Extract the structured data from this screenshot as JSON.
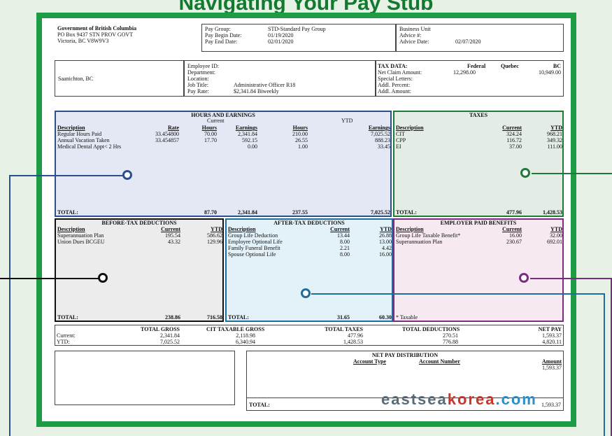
{
  "page_title": "Navigating Your Pay Stub",
  "employer": {
    "name": "Government of British Columbia",
    "address1": "PO Box 9437 STN PROV GOVT",
    "address2": "Victoria, BC  V8W9V3"
  },
  "pay_group": {
    "group_label": "Pay Group:",
    "group_value": "STD-Standard Pay Group",
    "begin_label": "Pay Begin Date:",
    "begin_value": "01/19/2020",
    "end_label": "Pay End Date:",
    "end_value": "02/01/2020"
  },
  "advice": {
    "bu_label": "Business Unit",
    "advice_no_label": "Advice #:",
    "advice_date_label": "Advice Date:",
    "advice_date_value": "02/07/2020"
  },
  "employee": {
    "location": "Saanichton, BC",
    "id_label": "Employee ID:",
    "dept_label": "Department:",
    "loc_label": "Location:",
    "job_label": "Job Title:",
    "job_value": "Administrative Officer R18",
    "rate_label": "Pay Rate:",
    "rate_value": "$2,341.84 Biweekly"
  },
  "tax_data": {
    "title": "TAX DATA:",
    "col_federal": "Federal",
    "col_quebec": "Quebec",
    "col_bc": "BC",
    "net_claim_label": "Net Claim Amount:",
    "net_claim_federal": "12,298.00",
    "net_claim_bc": "10,949.00",
    "special_letters": "Special Letters:",
    "addl_percent": "Addl. Percent:",
    "addl_amount": "Addl. Amount:"
  },
  "hours": {
    "title": "HOURS AND EARNINGS",
    "current_label": "Current",
    "ytd_label": "YTD",
    "headers": {
      "description": "Description",
      "rate": "Rate",
      "hours": "Hours",
      "earnings": "Earnings",
      "ytd_hours": "Hours",
      "ytd_earnings": "Earnings"
    },
    "rows": [
      {
        "description": "Regular Hours Paid",
        "rate": "33.454800",
        "hours": "70.00",
        "earnings": "2,341.84",
        "ytd_hours": "210.00",
        "ytd_earnings": "7,025.52"
      },
      {
        "description": "Annual Vacation Taken",
        "rate": "33.454857",
        "hours": "17.70",
        "earnings": "592.15",
        "ytd_hours": "26.55",
        "ytd_earnings": "888.23"
      },
      {
        "description": "Medical Dental Appt< 2 Hrs",
        "rate": "",
        "hours": "",
        "earnings": "0.00",
        "ytd_hours": "1.00",
        "ytd_earnings": "33.45"
      }
    ],
    "total_label": "TOTAL:",
    "total_hours": "87.70",
    "total_earnings": "2,341.84",
    "total_ytd_hours": "237.55",
    "total_ytd_earnings": "7,025.52"
  },
  "taxes": {
    "title": "TAXES",
    "headers": {
      "description": "Description",
      "current": "Current",
      "ytd": "YTD"
    },
    "rows": [
      {
        "description": "CIT",
        "current": "324.24",
        "ytd": "968.21"
      },
      {
        "description": "CPP",
        "current": "116.72",
        "ytd": "349.32"
      },
      {
        "description": "EI",
        "current": "37.00",
        "ytd": "111.00"
      }
    ],
    "total_label": "TOTAL:",
    "total_current": "477.96",
    "total_ytd": "1,428.53"
  },
  "before_tax": {
    "title": "BEFORE-TAX DEDUCTIONS",
    "headers": {
      "description": "Description",
      "current": "Current",
      "ytd": "YTD"
    },
    "rows": [
      {
        "description": "Superannuation Plan",
        "current": "195.54",
        "ytd": "586.62"
      },
      {
        "description": "Union Dues BCGEU",
        "current": "43.32",
        "ytd": "129.96"
      }
    ],
    "total_label": "TOTAL:",
    "total_current": "238.86",
    "total_ytd": "716.58"
  },
  "after_tax": {
    "title": "AFTER-TAX DEDUCTIONS",
    "headers": {
      "description": "Description",
      "current": "Current",
      "ytd": "YTD"
    },
    "rows": [
      {
        "description": "Group Life Deduction",
        "current": "13.44",
        "ytd": "26.88"
      },
      {
        "description": "Employee Optional Life",
        "current": "8.00",
        "ytd": "13.00"
      },
      {
        "description": "Family Funeral Benefit",
        "current": "2.21",
        "ytd": "4.42"
      },
      {
        "description": "Spouse Optional Life",
        "current": "8.00",
        "ytd": "16.00"
      }
    ],
    "total_label": "TOTAL:",
    "total_current": "31.65",
    "total_ytd": "60.30"
  },
  "employer_benefits": {
    "title": "EMPLOYER PAID BENEFITS",
    "headers": {
      "description": "Description",
      "current": "Current",
      "ytd": "YTD"
    },
    "rows": [
      {
        "description": "Group Life Taxable Benefit*",
        "current": "16.00",
        "ytd": "32.00"
      },
      {
        "description": "Superannuation Plan",
        "current": "230.67",
        "ytd": "692.01"
      }
    ],
    "footnote": "* Taxable"
  },
  "summary": {
    "headers": {
      "gross": "TOTAL GROSS",
      "cit": "CIT TAXABLE GROSS",
      "taxes": "TOTAL TAXES",
      "deductions": "TOTAL DEDUCTIONS",
      "net": "NET PAY"
    },
    "current_label": "Current:",
    "ytd_label": "YTD:",
    "current": {
      "gross": "2,341.84",
      "cit": "2,118.98",
      "taxes": "477.96",
      "deductions": "270.51",
      "net": "1,593.37"
    },
    "ytd": {
      "gross": "7,025.52",
      "cit": "6,340.94",
      "taxes": "1,428.53",
      "deductions": "776.88",
      "net": "4,820.11"
    }
  },
  "net_pay_distribution": {
    "title": "NET PAY DISTRIBUTION",
    "account_type": "Account Type",
    "account_number": "Account Number",
    "amount": "Amount",
    "amount_value": "1,593.37",
    "total_label": "TOTAL:",
    "total_value": "1,593.37"
  },
  "watermark": {
    "part1": "eastsea",
    "part2": "korea",
    "part3": ".com"
  },
  "colors": {
    "frame": "#1e9b45",
    "hours": "#2b4f8c",
    "taxes": "#1f7a3a",
    "before_tax": "#111111",
    "after_tax": "#1f6d9c",
    "employer": "#7b2c7e"
  }
}
